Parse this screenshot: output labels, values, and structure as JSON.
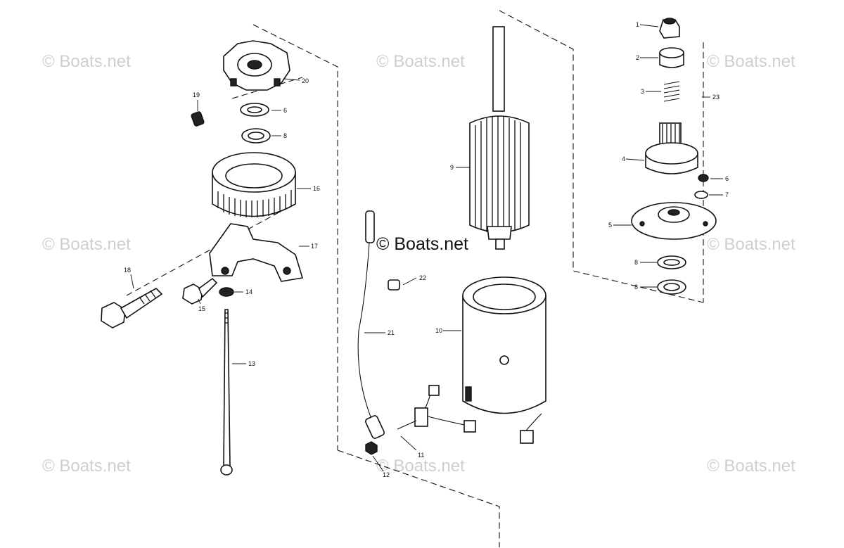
{
  "watermark": {
    "text": "© Boats.net"
  },
  "callouts": [
    {
      "id": "c1",
      "label": "1"
    },
    {
      "id": "c2",
      "label": "2"
    },
    {
      "id": "c3",
      "label": "3"
    },
    {
      "id": "c23",
      "label": "23"
    },
    {
      "id": "c4",
      "label": "4"
    },
    {
      "id": "c6a",
      "label": "6"
    },
    {
      "id": "c7",
      "label": "7"
    },
    {
      "id": "c5",
      "label": "5"
    },
    {
      "id": "c8a",
      "label": "8"
    },
    {
      "id": "c8b",
      "label": "8"
    },
    {
      "id": "c9",
      "label": "9"
    },
    {
      "id": "c10",
      "label": "10"
    },
    {
      "id": "c11",
      "label": "11"
    },
    {
      "id": "c12",
      "label": "12"
    },
    {
      "id": "c21",
      "label": "21"
    },
    {
      "id": "c22",
      "label": "22"
    },
    {
      "id": "c20",
      "label": "20"
    },
    {
      "id": "c19",
      "label": "19"
    },
    {
      "id": "c6b",
      "label": "6"
    },
    {
      "id": "c8c",
      "label": "8"
    },
    {
      "id": "c16",
      "label": "16"
    },
    {
      "id": "c17",
      "label": "17"
    },
    {
      "id": "c18",
      "label": "18"
    },
    {
      "id": "c15",
      "label": "15"
    },
    {
      "id": "c14",
      "label": "14"
    },
    {
      "id": "c13",
      "label": "13"
    }
  ]
}
